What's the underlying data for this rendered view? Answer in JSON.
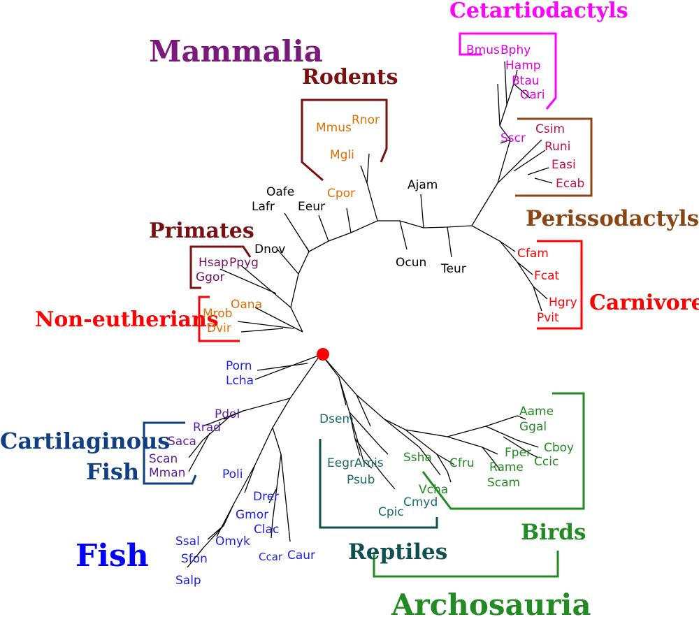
{
  "colors": {
    "branch": "#000000",
    "root": "#ff0000",
    "mammalia": "#7a1a7a",
    "rodents": "#7a1010",
    "cetartiodactyls": "#ff00ff",
    "perissodactyls": "#8b4513",
    "carnivores": "#ff0000",
    "primates": "#7a1010",
    "non_eutherians": "#ff0000",
    "cartilaginous": "#0f3f80",
    "fish": "#0000ff",
    "reptiles": "#0f4f4f",
    "birds": "#228b22",
    "archosauria": "#228b22",
    "label_mammal_black": "#000000",
    "label_rodent": "#e07000",
    "label_cetart": "#dd00dd",
    "label_periss": "#c01050",
    "label_carniv": "#ff0000",
    "label_primate": "#701060",
    "label_noneuth": "#e07000",
    "label_fish": "#2020e0",
    "label_cartilag": "#6020a0",
    "label_reptile": "#1a6b6b",
    "label_bird": "#228b22"
  },
  "groups": {
    "mammalia": "Mammalia",
    "rodents": "Rodents",
    "cetartiodactyls": "Cetartiodactyls",
    "perissodactyls": "Perissodactyls",
    "carnivores": "Carnivores",
    "primates": "Primates",
    "non_eutherians": "Non-eutherians",
    "cartilaginous_1": "Cartilaginous",
    "cartilaginous_2": "Fish",
    "fish": "Fish",
    "reptiles": "Reptiles",
    "birds": "Birds",
    "archosauria": "Archosauria"
  },
  "taxa": {
    "rodents": [
      "Mmus",
      "Rnor",
      "Mgli",
      "Cpor"
    ],
    "mammal_other": [
      "Oafe",
      "Lafr",
      "Eeur",
      "Ajam",
      "Dnov",
      "Ocun",
      "Teur"
    ],
    "cetartiodactyls": [
      "Bmus",
      "Bphy",
      "Hamp",
      "Btau",
      "Oari",
      "Sscr"
    ],
    "perissodactyls": [
      "Csim",
      "Runi",
      "Easi",
      "Ecab"
    ],
    "carnivores": [
      "Cfam",
      "Fcat",
      "Hgry",
      "Pvit"
    ],
    "primates": [
      "Hsap",
      "Ppyg",
      "Ggor"
    ],
    "non_eutherians": [
      "Oana",
      "Mrob",
      "Dvir"
    ],
    "fish_top": [
      "Porn",
      "Lcha"
    ],
    "cartilaginous": [
      "Pdol",
      "Rrad",
      "Saca",
      "Scan",
      "Mman"
    ],
    "fish": [
      "Poli",
      "Drer",
      "Gmor",
      "Clac",
      "Ssal",
      "Omyk",
      "Sfon",
      "Salp",
      "Ccar",
      "Caur"
    ],
    "reptiles": [
      "Dsem",
      "EegrAmis",
      "Psub",
      "Cpic",
      "Cmyd"
    ],
    "birds": [
      "Ssha",
      "Vcha",
      "Cfru",
      "Rame",
      "Scam",
      "Fper",
      "Aame",
      "Ggal",
      "Cboy",
      "Ccic"
    ]
  }
}
